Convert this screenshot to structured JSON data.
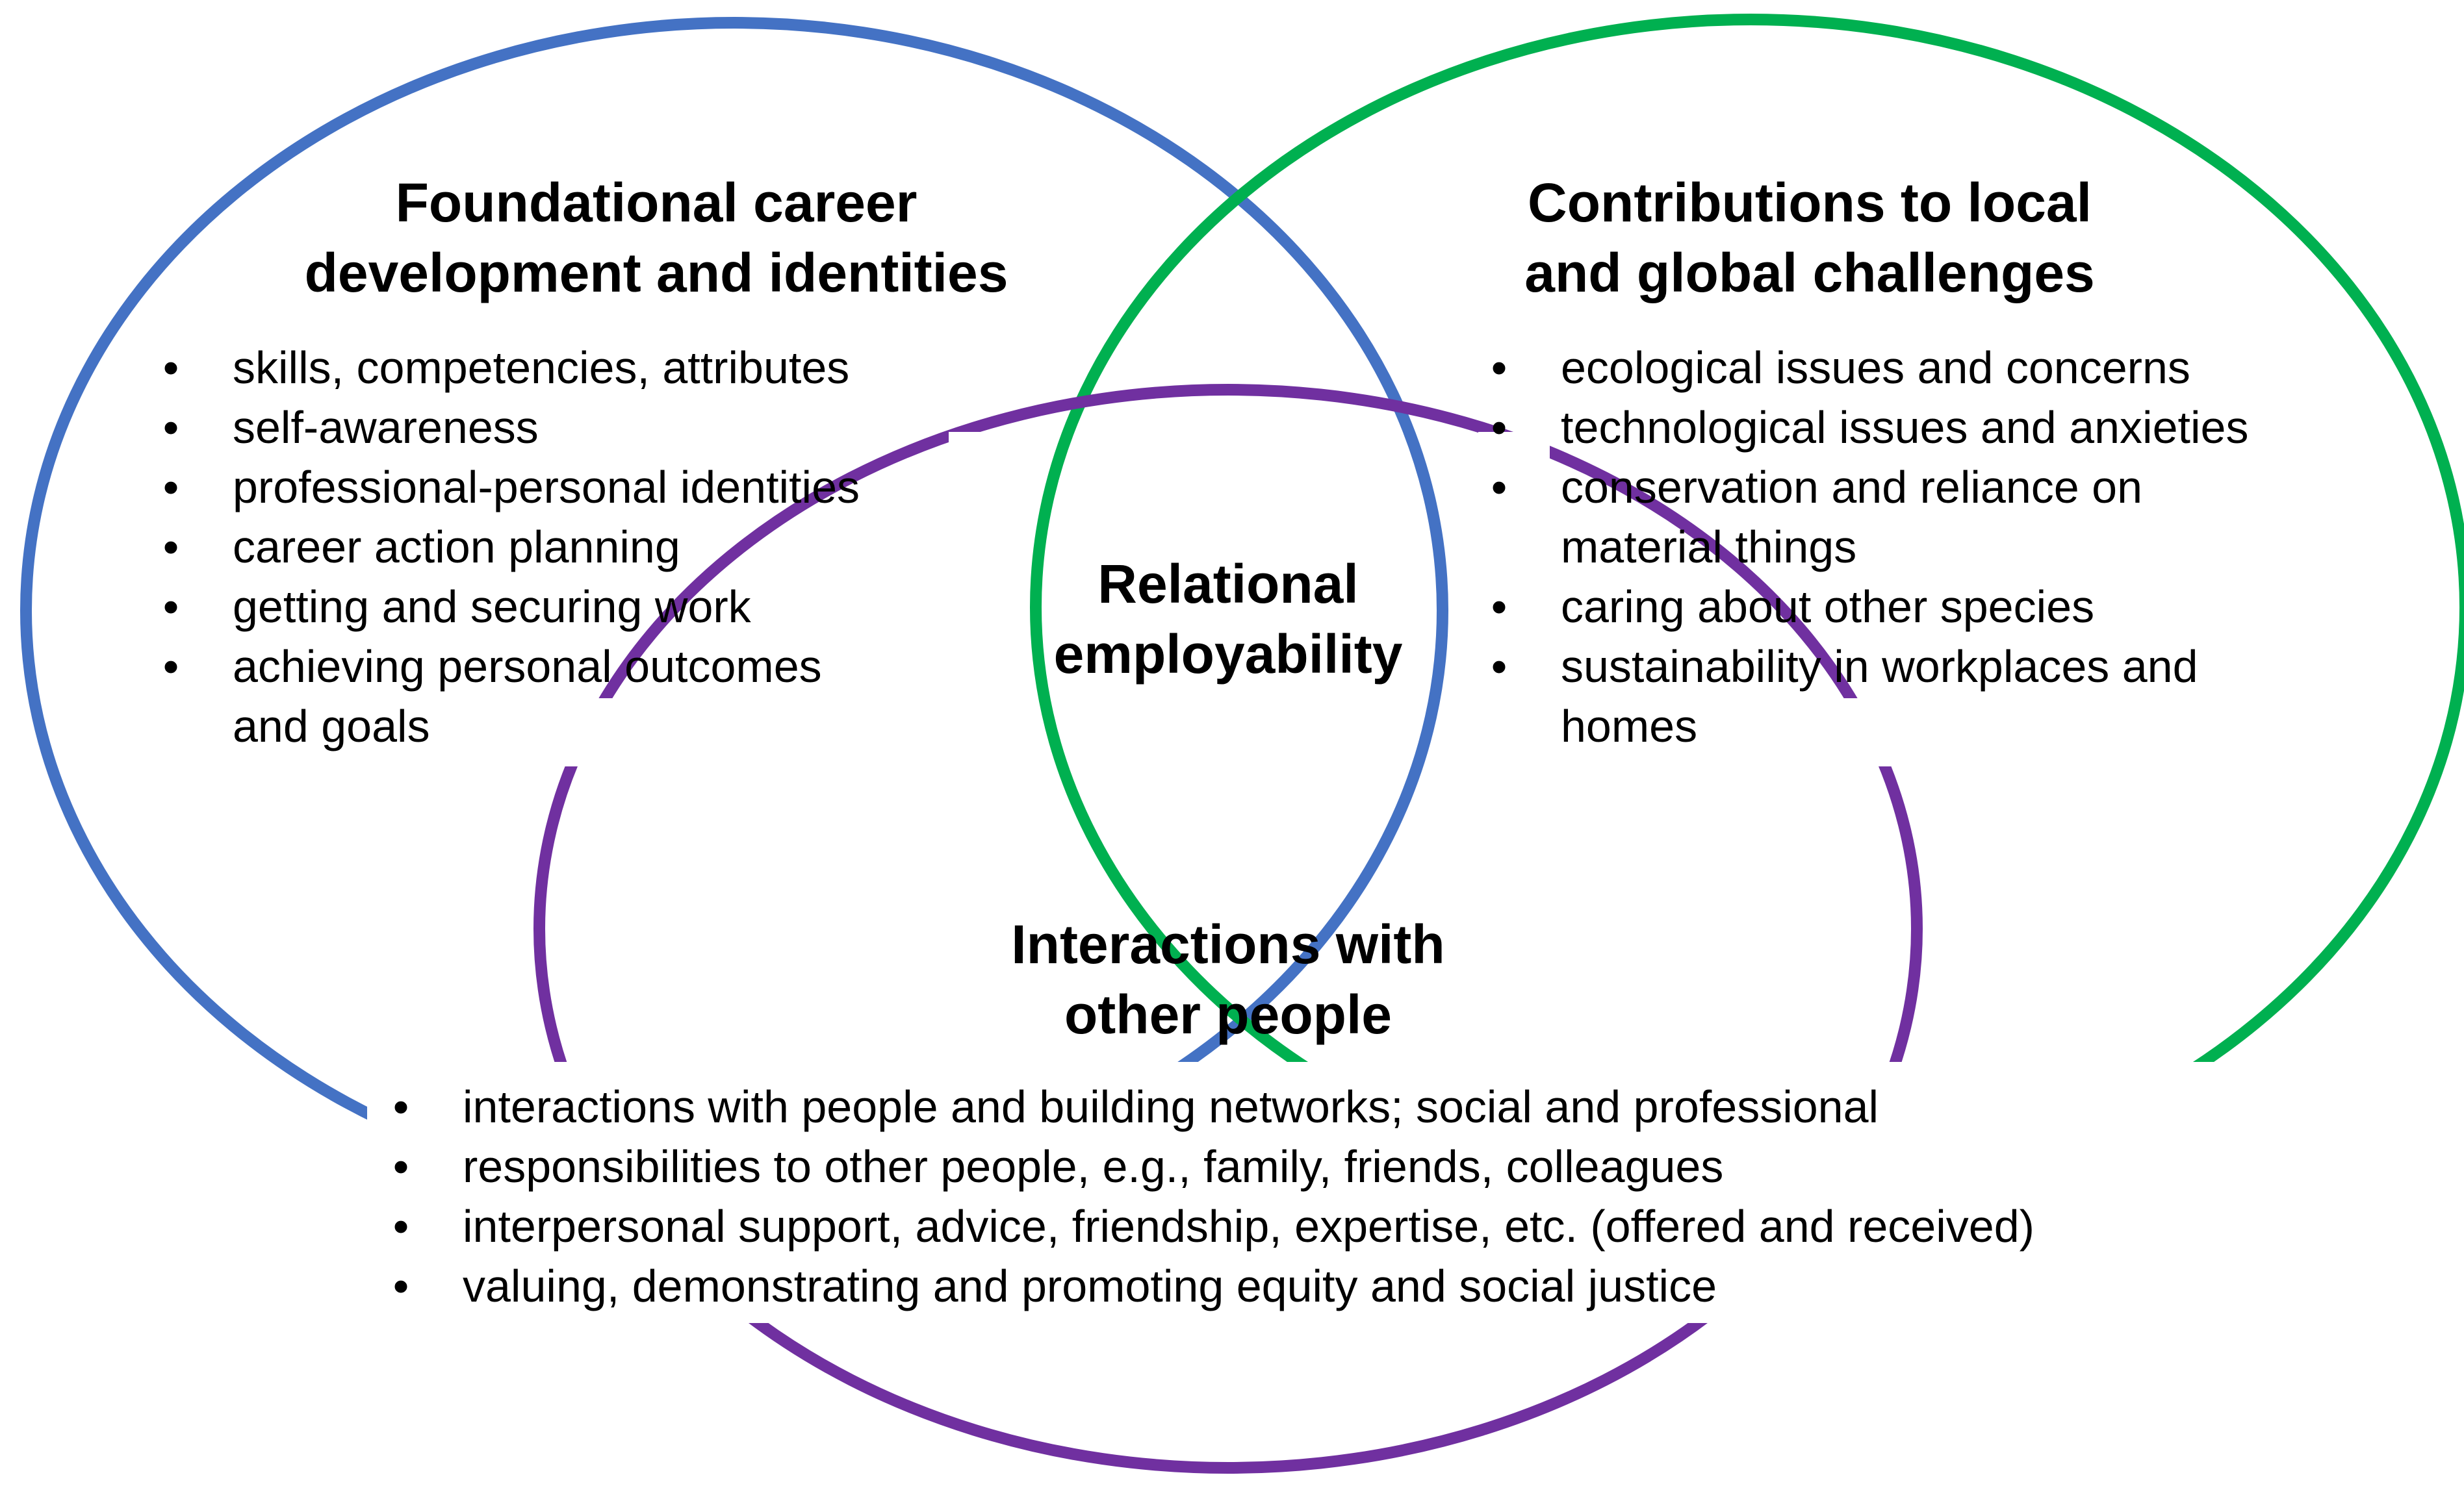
{
  "circles": {
    "left": {
      "color": "#4472C4"
    },
    "right": {
      "color": "#00B050"
    },
    "bottom": {
      "color": "#7030A0"
    }
  },
  "left": {
    "title": [
      "Foundational career",
      "development and identities"
    ],
    "items": [
      "skills, competencies, attributes",
      "self-awareness",
      "professional-personal identities",
      "career action planning",
      "getting and securing work",
      "achieving personal outcomes\nand goals"
    ]
  },
  "right": {
    "title": [
      "Contributions to local",
      "and global challenges"
    ],
    "items": [
      "ecological issues and concerns",
      "technological issues and anxieties",
      "conservation and reliance on\nmaterial things",
      "caring about other species",
      "sustainability in workplaces and\nhomes"
    ]
  },
  "center": {
    "title": [
      "Relational",
      "employability"
    ]
  },
  "bottom": {
    "title": [
      "Interactions with",
      "other people"
    ],
    "items": [
      "interactions with people and building networks; social and professional",
      "responsibilities to other people, e.g., family, friends, colleagues",
      "interpersonal support, advice, friendship, expertise, etc. (offered and received)",
      "valuing, demonstrating and promoting equity and social justice"
    ]
  }
}
